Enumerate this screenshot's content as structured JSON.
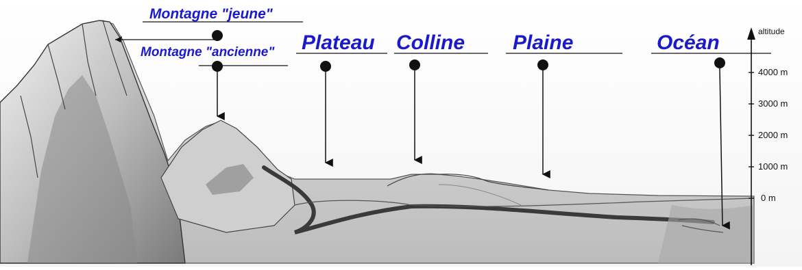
{
  "labels": {
    "young_mountain": "Montagne \"jeune\"",
    "old_mountain": "Montagne \"ancienne\"",
    "plateau": "Plateau",
    "hill": "Colline",
    "plain": "Plaine",
    "ocean": "Océan"
  },
  "axis": {
    "title": "altitude",
    "ticks": [
      "4000 m",
      "3000 m",
      "2000 m",
      "1000 m",
      "0 m"
    ]
  },
  "colors": {
    "label_blue": "#1a1acc",
    "ink": "#111111",
    "terrain_light": "#d9d9d9",
    "terrain_dark": "#6e6e6e"
  }
}
